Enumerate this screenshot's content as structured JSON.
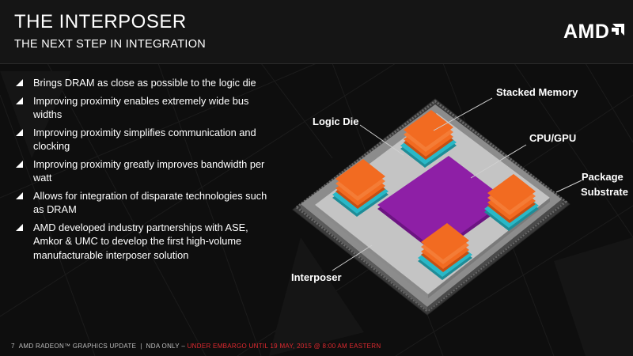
{
  "header": {
    "title": "THE INTERPOSER",
    "subtitle": "THE NEXT STEP IN INTEGRATION",
    "logo_text": "AMD"
  },
  "bullets": [
    "Brings DRAM as close as possible to the logic die",
    "Improving proximity enables extremely wide bus widths",
    "Improving proximity simplifies communication and clocking",
    "Improving proximity greatly improves bandwidth per watt",
    "Allows for integration of disparate technologies such as DRAM",
    "AMD developed industry partnerships with ASE, Amkor & UMC to develop the first high-volume manufacturable interposer solution"
  ],
  "diagram": {
    "labels": {
      "stacked_memory": "Stacked Memory",
      "logic_die": "Logic Die",
      "cpu_gpu": "CPU/GPU",
      "package_line1": "Package",
      "package_line2": "Substrate",
      "interposer": "Interposer"
    },
    "colors": {
      "substrate": "#8c8c8c",
      "interposer": "#c4c4c4",
      "cpu_gpu": "#8e1fa6",
      "memory": "#f26b21",
      "logic_die": "#29b8c7"
    }
  },
  "footer": {
    "page": "7",
    "text": "AMD RADEON™ GRAPHICS UPDATE  |  NDA ONLY – ",
    "embargo": "UNDER EMBARGO UNTIL 19 MAY, 2015 @ 8:00 AM EASTERN"
  }
}
